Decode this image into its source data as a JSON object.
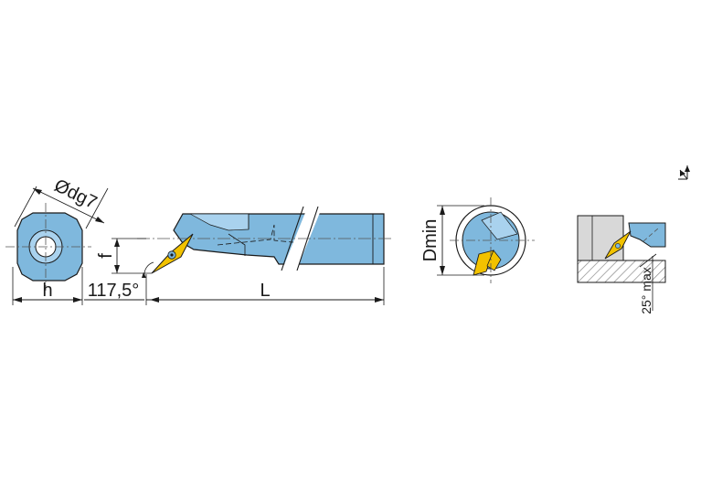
{
  "labels": {
    "diameter": "Ødg7",
    "h": "h",
    "f": "f",
    "angle": "117,5°",
    "length": "L",
    "dmin": "Dmin",
    "ramp": "25° max"
  },
  "colors": {
    "body": "#7fb8dd",
    "body_light": "#a9d2ee",
    "insert": "#f2c200",
    "line": "#1a1a1a",
    "center_line": "#555555",
    "hatch": "#888888"
  },
  "icons": {
    "view_symbol": "projection-arrows-icon"
  }
}
